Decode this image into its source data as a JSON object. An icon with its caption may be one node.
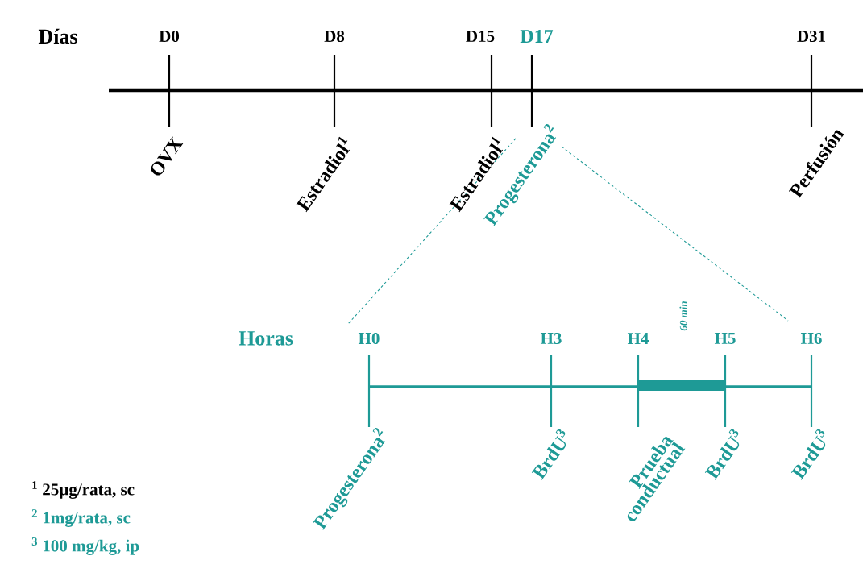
{
  "diagram": {
    "labels": [
      "Días",
      "D0",
      "D8",
      "D15",
      "D17",
      "D31",
      "OVX",
      "Estradiol$^{1}$",
      "Estradiol$^{1}$",
      "Progesterona$^{2}$",
      "Perfusión",
      "Horas",
      "H0",
      "H3",
      "H4",
      "60 min",
      "H5",
      "H6",
      "Progesterona$^{2}$",
      "BrdU$^{3}$",
      "Prueba conductual",
      "BrdU$^{3}$",
      "BrdU$^{3}$",
      "$^{1}$ 25µg/rata, sc",
      "$^{2}$ 1mg/rata, sc",
      "$^{3}$ 100 mg/kg, ip"
    ]
  }
}
